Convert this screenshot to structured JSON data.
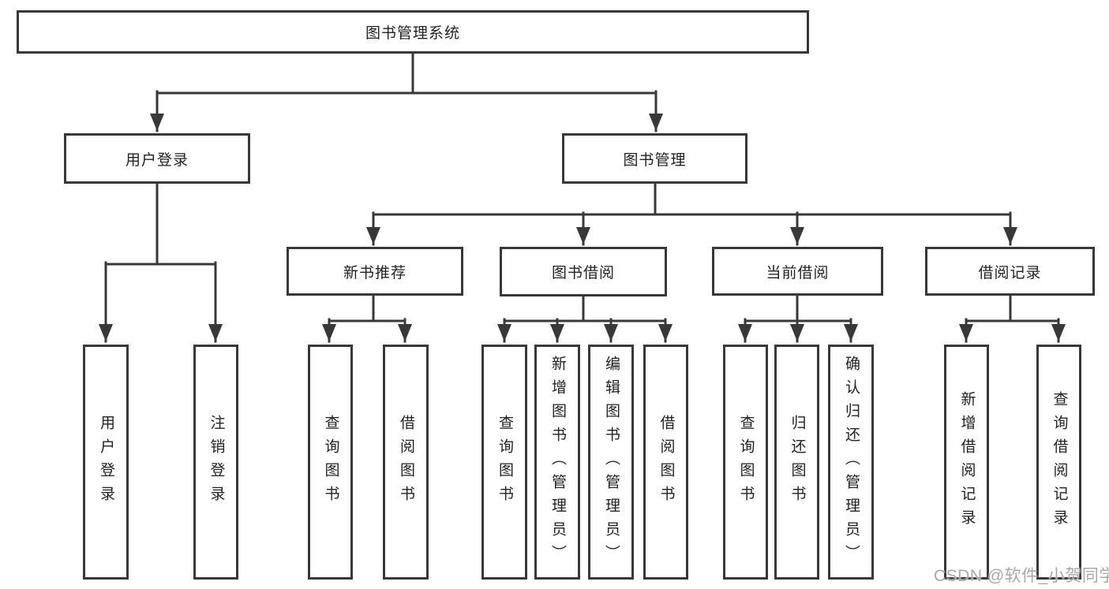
{
  "diagram": {
    "title": {
      "label": "图书管理系统"
    },
    "level2": [
      {
        "label": "用户登录"
      },
      {
        "label": "图书管理"
      }
    ],
    "level3": [
      {
        "label": "新书推荐",
        "parent": "图书管理"
      },
      {
        "label": "图书借阅",
        "parent": "图书管理"
      },
      {
        "label": "当前借阅",
        "parent": "图书管理"
      },
      {
        "label": "借阅记录",
        "parent": "图书管理"
      }
    ],
    "leaves": [
      {
        "label": "用户登录",
        "parent": "用户登录"
      },
      {
        "label": "注销登录",
        "parent": "用户登录"
      },
      {
        "label": "查询图书",
        "parent": "新书推荐"
      },
      {
        "label": "借阅图书",
        "parent": "新书推荐"
      },
      {
        "label": "查询图书",
        "parent": "图书借阅"
      },
      {
        "label": "新增图书（管理员）",
        "parent": "图书借阅"
      },
      {
        "label": "编辑图书（管理员）",
        "parent": "图书借阅"
      },
      {
        "label": "借阅图书",
        "parent": "图书借阅"
      },
      {
        "label": "查询图书",
        "parent": "当前借阅"
      },
      {
        "label": "归还图书",
        "parent": "当前借阅"
      },
      {
        "label": "确认归还（管理员）",
        "parent": "当前借阅"
      },
      {
        "label": "新增借阅记录",
        "parent": "借阅记录"
      },
      {
        "label": "查询借阅记录",
        "parent": "借阅记录"
      }
    ],
    "watermark": "CSDN @软件_小贺同学",
    "colors": {
      "line": "#383838",
      "text": "#222222",
      "background": "#ffffff",
      "watermark": "#a8a8a8"
    }
  }
}
